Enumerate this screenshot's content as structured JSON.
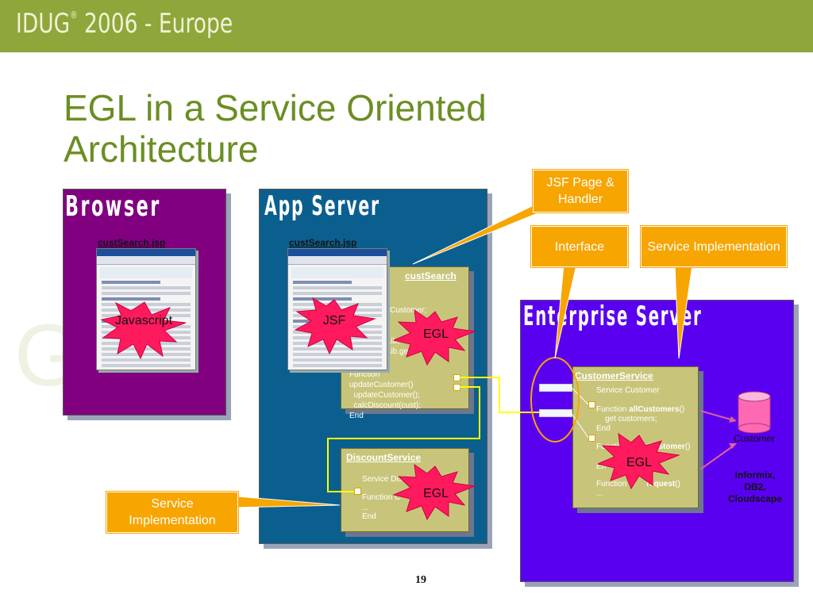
{
  "header": {
    "brand": "IDUG",
    "reg_mark": "®",
    "edition": " 2006 - Europe"
  },
  "slide": {
    "title": "EGL in a Service Oriented Architecture",
    "page_number": "19"
  },
  "watermark": "GoE",
  "browser": {
    "title": "Browser",
    "page_link": "custSearch.jsp",
    "burst": "Javascript"
  },
  "app_server": {
    "title": "App Server",
    "page_link": "custSearch.jsp",
    "jsf_burst": "JSF",
    "egl_burst_1": "EGL",
    "egl_burst_2": "EGL",
    "cust_search": {
      "title": "custSearch",
      "code_lines": [
        "Customer;",
        "on",
        "erLib;",
        "erLib.ge",
        "Function",
        "updateCustomer()",
        "  updateCustomer();",
        "  calcDiscount(cust);",
        "End"
      ]
    },
    "discount_service": {
      "title": "DiscountService",
      "code_lines": [
        "Service Discount",
        "Function C",
        "...",
        "End"
      ]
    }
  },
  "enterprise_server": {
    "title": "Enterprise Server",
    "egl_burst": "EGL",
    "customer_service": {
      "title": "CustomerService",
      "service_line": "Service Customer",
      "fn1_prefix": "Function ",
      "fn1_name": "allCustomers",
      "fn1_suffix": "()",
      "fn1_body": "get customers;",
      "fn1_end": "End",
      "fn2_prefix": "Function ",
      "fn2_name": "Customer",
      "fn2_suffix": "()",
      "fn2_end": "En",
      "fn3_prefix": "Function ",
      "fn3_name": "request",
      "fn3_suffix": "()",
      "ellipsis": "..."
    },
    "database": {
      "label": "Customer",
      "vendors": [
        "Informix,",
        "DB2,",
        "Cloudscape"
      ]
    }
  },
  "callouts": {
    "jsf_page": "JSF Page & Handler",
    "interface": "Interface",
    "service_impl_top": "Service Implementation",
    "service_impl_bottom": "Service Implementation"
  },
  "colors": {
    "header": "#8fa63b",
    "title": "#6b8e23",
    "browser_panel": "#800080",
    "app_server_panel": "#0b5f8f",
    "enterprise_panel": "#5a00f0",
    "box": "#c8c57a",
    "callout": "#f7a500",
    "burst": "#ff1a5e",
    "connector": "#ffff00",
    "db_arrow": "#e0609a"
  }
}
